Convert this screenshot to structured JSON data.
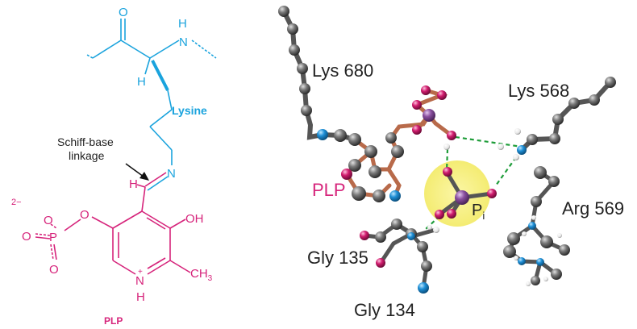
{
  "colors": {
    "lysine": "#1aa3dd",
    "plp": "#d6247b",
    "bond_tube": "#b86a4a",
    "carbon": "#6e6e6e",
    "nitrogen": "#1e8fd6",
    "oxygen": "#d11c6e",
    "phosphorus": "#8a4fa0",
    "hbond": "#1f9d3a",
    "phosphate_highlight": "#f7f089"
  },
  "left_structure": {
    "lysine_atoms": {
      "carbonyl_o": "O",
      "amide_h": "H",
      "amide_n": "N",
      "alpha_h": "H",
      "epsilon_n": "N"
    },
    "lysine_label": "Lysine",
    "schiff_base_annotation": [
      "Schiff-base",
      "linkage"
    ],
    "plp_atoms": {
      "imine_h": "H",
      "charge": "2−",
      "o_top": "O",
      "o_left": "O",
      "o_bottom": "O",
      "p": "P",
      "ester_o": "O",
      "hydroxyl": "OH",
      "ring_n": "N",
      "ring_n_plus": "+",
      "ring_h": "H",
      "methyl_c": "CH",
      "methyl_sub": "3"
    },
    "plp_label": "PLP"
  },
  "right_structure": {
    "labels": {
      "lys680": "Lys 680",
      "lys568": "Lys 568",
      "plp": "PLP",
      "pi_main": "P",
      "pi_sub": "i",
      "arg569": "Arg 569",
      "gly135": "Gly 135",
      "gly134": "Gly 134"
    }
  }
}
